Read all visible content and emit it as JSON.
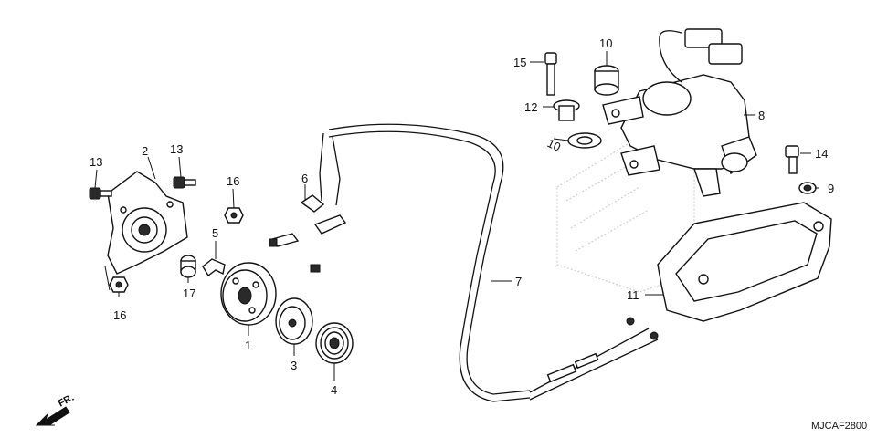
{
  "figure_code": "MJCAF2800",
  "front_marker": "FR.",
  "callouts": [
    {
      "id": "label-1",
      "text": "1"
    },
    {
      "id": "label-2",
      "text": "2"
    },
    {
      "id": "label-3",
      "text": "3"
    },
    {
      "id": "label-4",
      "text": "4"
    },
    {
      "id": "label-5",
      "text": "5"
    },
    {
      "id": "label-6",
      "text": "6"
    },
    {
      "id": "label-7",
      "text": "7"
    },
    {
      "id": "label-8",
      "text": "8"
    },
    {
      "id": "label-9",
      "text": "9"
    },
    {
      "id": "label-10a",
      "text": "10"
    },
    {
      "id": "label-10b",
      "text": "10"
    },
    {
      "id": "label-11",
      "text": "11"
    },
    {
      "id": "label-12",
      "text": "12"
    },
    {
      "id": "label-13a",
      "text": "13"
    },
    {
      "id": "label-13b",
      "text": "13"
    },
    {
      "id": "label-14",
      "text": "14"
    },
    {
      "id": "label-15",
      "text": "15"
    },
    {
      "id": "label-16a",
      "text": "16"
    },
    {
      "id": "label-16b",
      "text": "16"
    },
    {
      "id": "label-17",
      "text": "17"
    }
  ]
}
